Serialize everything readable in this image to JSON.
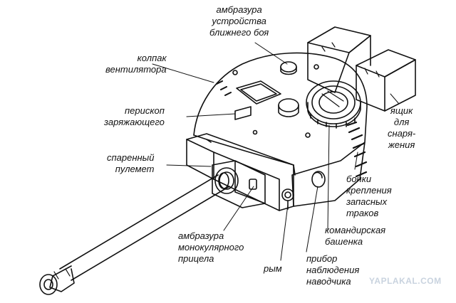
{
  "labels": {
    "close_defense_port": [
      "амбразура",
      "устройства",
      "ближнего боя"
    ],
    "fan_cap": [
      "колпак",
      "вентилятора"
    ],
    "loader_periscope": [
      "перископ",
      "заряжающего"
    ],
    "coaxial_mg": [
      "спаренный",
      "пулемет"
    ],
    "monocular_sight_port": [
      "амбразура",
      "монокулярного",
      "прицела"
    ],
    "lifting_eye": [
      "рым"
    ],
    "gunner_sight": [
      "прибор",
      "наблюдения",
      "наводчика"
    ],
    "commander_cupola": [
      "командирская",
      "башенка"
    ],
    "track_brackets": [
      "бонки",
      "крепления",
      "запасных",
      "траков"
    ],
    "ammo_box": [
      "ящик",
      "для",
      "снаря-",
      "жения"
    ]
  },
  "watermark": "YAPLAKAL.COM"
}
